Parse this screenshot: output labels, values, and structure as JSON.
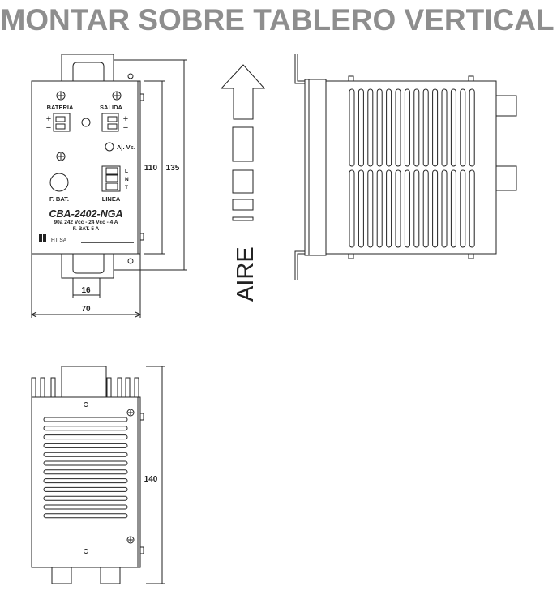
{
  "title": "MONTAR SOBRE TABLERO VERTICAL",
  "colors": {
    "title": "#8e8e8e",
    "line": "#222222",
    "fill": "#ffffff"
  },
  "front": {
    "label_bateria": "BATERIA",
    "label_salida": "SALIDA",
    "plus": "+",
    "minus": "−",
    "label_adj": "Aj. Vs.",
    "label_fbat": "F. BAT.",
    "label_linea": "LINEA",
    "terminal_l": "L",
    "terminal_n": "N",
    "terminal_t": "T",
    "model": "CBA-2402-NGA",
    "spec1": "90a 242 Vcc  -  24 Vcc - 4 A",
    "spec2": "F. BAT. 5 A",
    "brand": "HT SA",
    "dim_width": "70",
    "dim_tab": "16",
    "dim_body_height": "110",
    "dim_total_height": "135"
  },
  "airflow": {
    "label": "AIRE"
  },
  "bottom": {
    "dim_height": "140"
  }
}
